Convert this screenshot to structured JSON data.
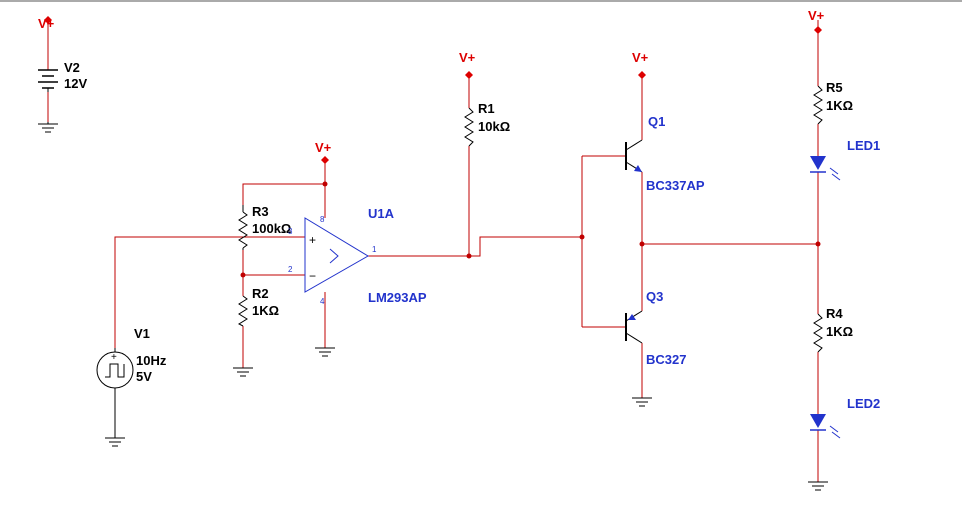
{
  "components": {
    "V2": {
      "ref": "V2",
      "value": "12V"
    },
    "V1": {
      "ref": "V1",
      "freq": "10Hz",
      "amp": "5V"
    },
    "R1": {
      "ref": "R1",
      "value": "10kΩ"
    },
    "R2": {
      "ref": "R2",
      "value": "1KΩ"
    },
    "R3": {
      "ref": "R3",
      "value": "100kΩ"
    },
    "R4": {
      "ref": "R4",
      "value": "1KΩ"
    },
    "R5": {
      "ref": "R5",
      "value": "1KΩ"
    },
    "U1": {
      "ref": "U1A",
      "part": "LM293AP",
      "pin_out": "1",
      "pin_plus": "3",
      "pin_minus": "2",
      "pin_vcc": "8",
      "pin_gnd": "4"
    },
    "Q1": {
      "ref": "Q1",
      "part": "BC337AP"
    },
    "Q3": {
      "ref": "Q3",
      "part": "BC327"
    },
    "LED1": {
      "ref": "LED1"
    },
    "LED2": {
      "ref": "LED2"
    }
  },
  "supply_label": "V+",
  "colors": {
    "wire": "#c00000",
    "part": "#000000",
    "label": "#2233cc",
    "supply": "#dd0000"
  }
}
